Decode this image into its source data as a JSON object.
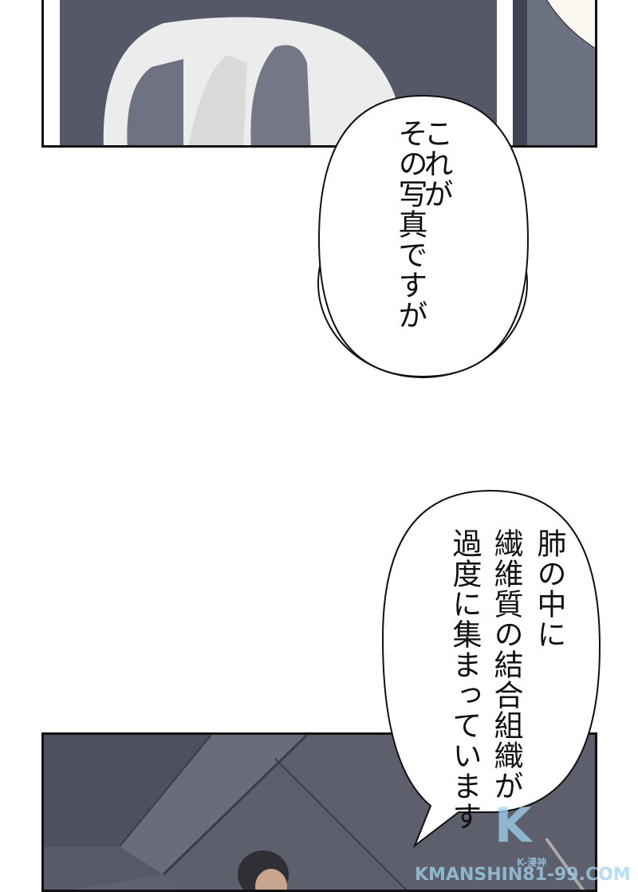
{
  "bubble1": {
    "lines": [
      "これが",
      "その写真ですが"
    ]
  },
  "bubble2": {
    "lines": [
      "肺の中に",
      "繊維質の結合組織が",
      "過度に集まっています"
    ]
  },
  "watermark": {
    "text": "KMANSHIN81-99.COM",
    "sub": "K-漫神"
  },
  "colors": {
    "panel_bg": "#5f6170",
    "ct_bone": "#e8e8e8",
    "lung": "#707480"
  }
}
